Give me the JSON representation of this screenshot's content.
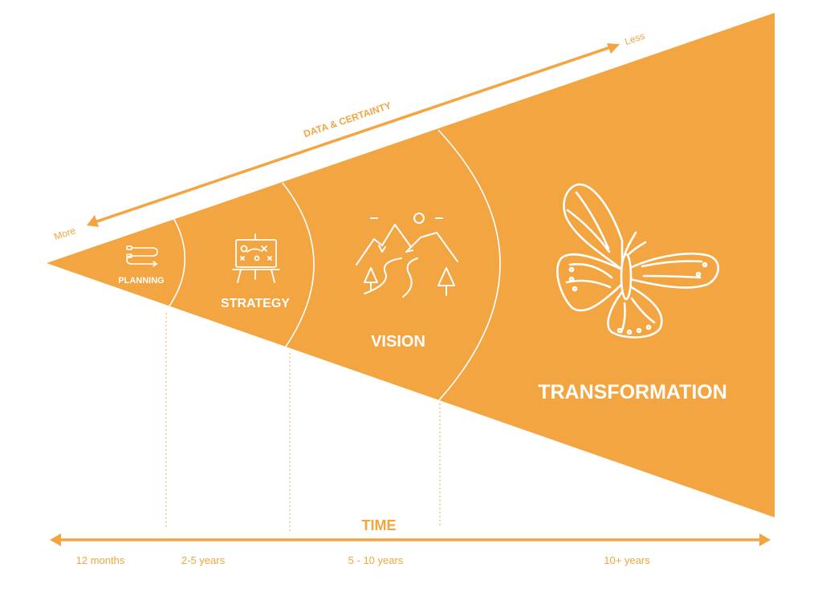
{
  "colors": {
    "accent": "#F2A541",
    "text_on_accent": "#FFFFFF"
  },
  "axis_data_certainty": {
    "label": "DATA & CERTAINTY",
    "start_label": "More",
    "end_label": "Less"
  },
  "axis_time": {
    "label": "TIME"
  },
  "stages": [
    {
      "name": "PLANNING",
      "icon": "flowchart-icon",
      "time": "12 months"
    },
    {
      "name": "STRATEGY",
      "icon": "whiteboard-strategy-icon",
      "time": "2-5 years"
    },
    {
      "name": "VISION",
      "icon": "mountain-landscape-icon",
      "time": "5 - 10 years"
    },
    {
      "name": "TRANSFORMATION",
      "icon": "butterfly-icon",
      "time": "10+ years"
    }
  ]
}
